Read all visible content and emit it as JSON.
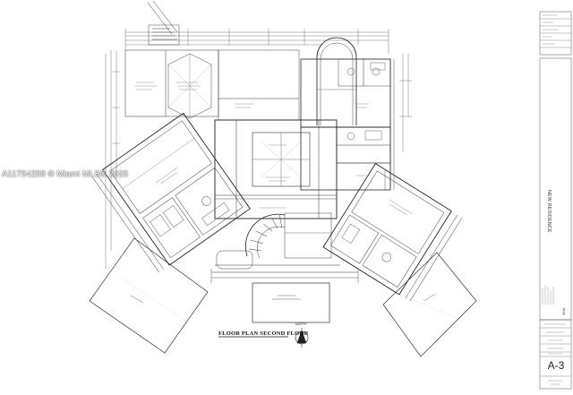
{
  "watermark": "A11754258 © Miami MLS® 2025",
  "drawing": {
    "title": "FLOOR PLAN SECOND FLOOR",
    "north_label": "NORTH"
  },
  "title_block": {
    "project_title": "NEW RESIDENCE",
    "seal_label": "SEAL",
    "sheet_number": "A-3"
  }
}
